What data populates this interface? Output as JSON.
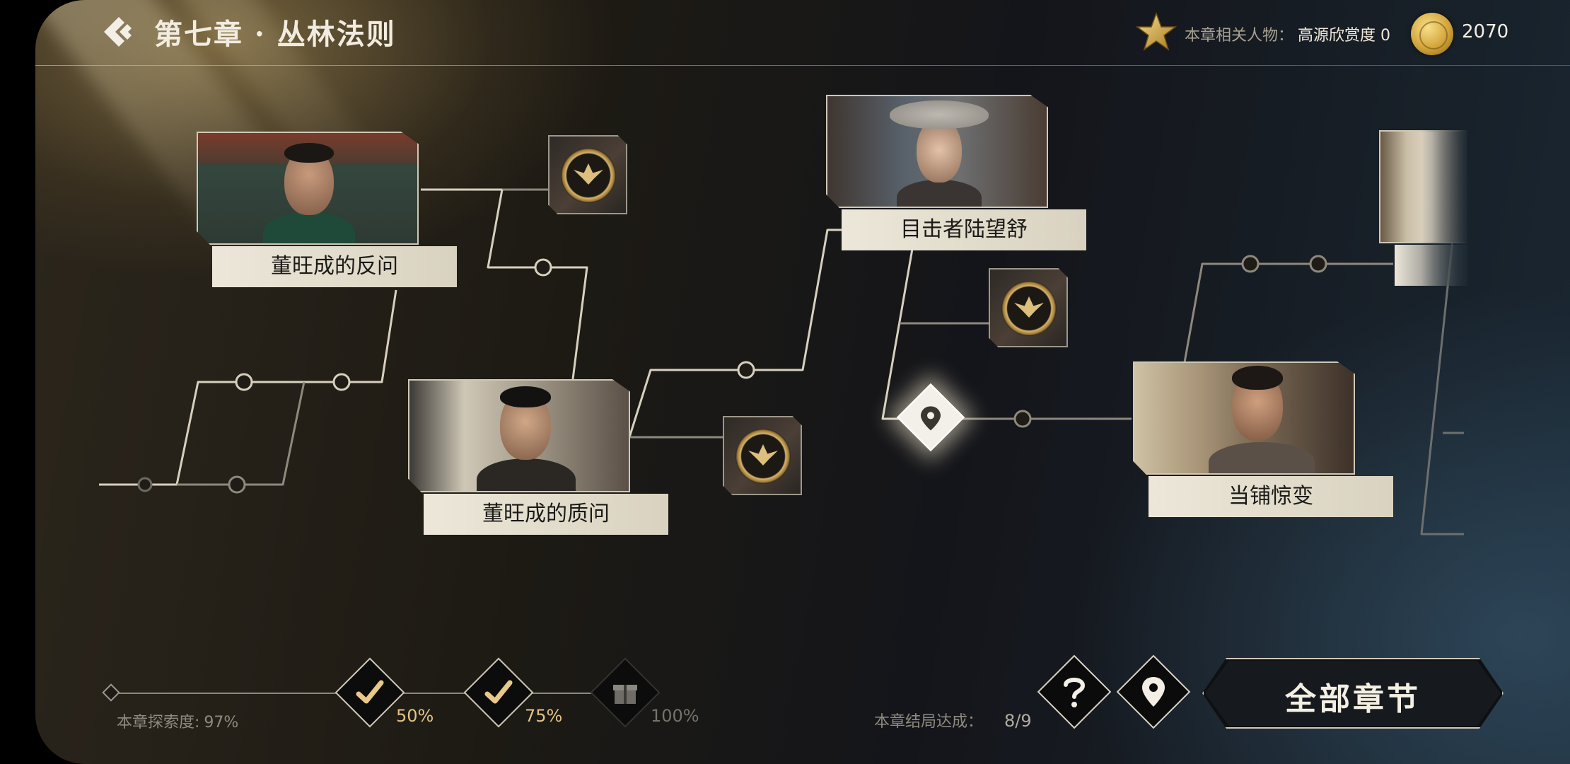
{
  "header": {
    "chapter_title": "第七章 · 丛林法则",
    "related_label": "本章相关人物：",
    "related_value": "高源欣赏度 0",
    "coins": "2070"
  },
  "story_nodes": [
    {
      "id": "node-dong-question",
      "caption": "董旺成的反问"
    },
    {
      "id": "node-dong-interrogate",
      "caption": "董旺成的质问"
    },
    {
      "id": "node-witness",
      "caption": "目击者陆望舒"
    },
    {
      "id": "node-pawnshop",
      "caption": "当铺惊变"
    }
  ],
  "clues": [
    {
      "id": "clue-1",
      "icon": "spider-emblem-icon"
    },
    {
      "id": "clue-2",
      "icon": "spider-emblem-icon"
    },
    {
      "id": "clue-3",
      "icon": "spider-emblem-icon"
    }
  ],
  "progress": {
    "explore_label": "本章探索度:",
    "explore_value": "97%",
    "explore_fraction": 0.97,
    "milestones": [
      {
        "label": "50%",
        "state": "completed",
        "icon": "check-icon"
      },
      {
        "label": "75%",
        "state": "completed",
        "icon": "check-icon"
      },
      {
        "label": "100%",
        "state": "locked",
        "icon": "gift-icon"
      }
    ]
  },
  "endings": {
    "label": "本章结局达成：",
    "value": "8/9"
  },
  "buttons": {
    "help_icon": "question-icon",
    "locate_icon": "map-pin-icon",
    "all_chapters": "全部章节"
  },
  "colors": {
    "accent_gold": "#d6b36d",
    "caption_bg": "#ece7d9",
    "line": "#d8d2c4"
  }
}
